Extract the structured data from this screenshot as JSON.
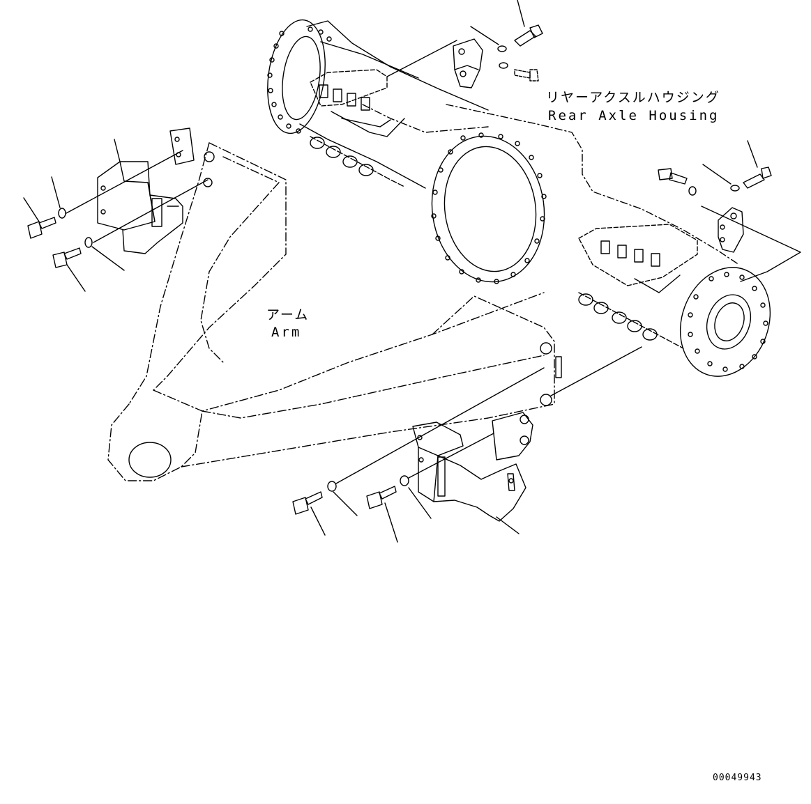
{
  "labels": {
    "housing_jp": "リヤーアクスルハウジング",
    "housing_en": "Rear Axle Housing",
    "arm_jp": "アーム",
    "arm_en": "Arm"
  },
  "drawing_code": "00049943"
}
